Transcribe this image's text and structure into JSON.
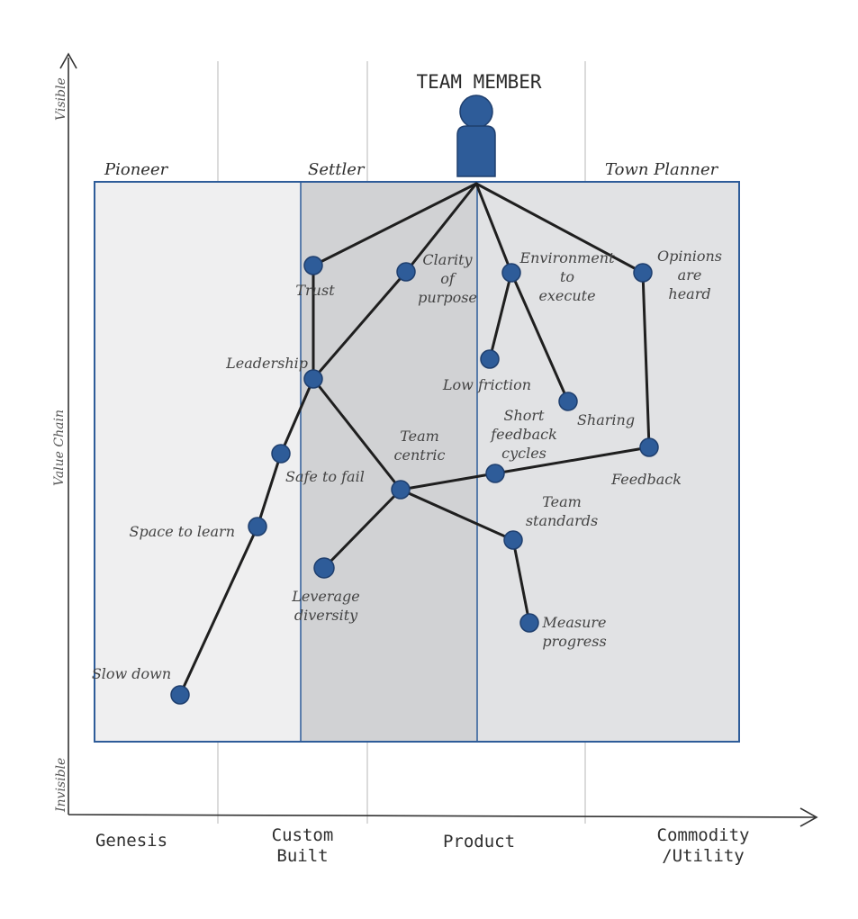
{
  "title": "TEAM MEMBER",
  "y_axis": {
    "top": "Visible",
    "middle": "Value Chain",
    "bottom": "Invisible"
  },
  "x_axis": {
    "stages": [
      "Genesis",
      "Custom\nBuilt",
      "Product",
      "Commodity\n/Utility"
    ]
  },
  "phases": [
    "Pioneer",
    "Settler",
    "Town Planner"
  ],
  "nodes": [
    {
      "id": "trust",
      "label": "Trust"
    },
    {
      "id": "clarity",
      "label": "Clarity\nof\npurpose"
    },
    {
      "id": "environment",
      "label": "Environment\nto\nexecute"
    },
    {
      "id": "opinions",
      "label": "Opinions\nare\nheard"
    },
    {
      "id": "leadership",
      "label": "Leadership"
    },
    {
      "id": "low_friction",
      "label": "Low friction"
    },
    {
      "id": "sharing",
      "label": "Sharing"
    },
    {
      "id": "short_feedback",
      "label": "Short\nfeedback\ncycles"
    },
    {
      "id": "feedback",
      "label": "Feedback"
    },
    {
      "id": "safe_to_fail",
      "label": "Safe to fail"
    },
    {
      "id": "team_centric",
      "label": "Team\ncentric"
    },
    {
      "id": "space_to_learn",
      "label": "Space to learn"
    },
    {
      "id": "team_standards",
      "label": "Team\nstandards"
    },
    {
      "id": "leverage_diversity",
      "label": "Leverage\ndiversity"
    },
    {
      "id": "measure_progress",
      "label": "Measure\nprogress"
    },
    {
      "id": "slow_down",
      "label": "Slow down"
    }
  ],
  "edges": [
    [
      "team_member",
      "trust"
    ],
    [
      "team_member",
      "clarity"
    ],
    [
      "team_member",
      "environment"
    ],
    [
      "team_member",
      "opinions"
    ],
    [
      "trust",
      "leadership"
    ],
    [
      "clarity",
      "leadership"
    ],
    [
      "environment",
      "low_friction"
    ],
    [
      "environment",
      "sharing"
    ],
    [
      "opinions",
      "feedback"
    ],
    [
      "leadership",
      "safe_to_fail"
    ],
    [
      "leadership",
      "team_centric"
    ],
    [
      "safe_to_fail",
      "space_to_learn"
    ],
    [
      "space_to_learn",
      "slow_down"
    ],
    [
      "team_centric",
      "short_feedback"
    ],
    [
      "short_feedback",
      "feedback"
    ],
    [
      "team_centric",
      "leverage_diversity"
    ],
    [
      "team_centric",
      "team_standards"
    ],
    [
      "team_standards",
      "measure_progress"
    ]
  ],
  "colors": {
    "node": "#2e5c99",
    "pioneer_band": "#efeff0",
    "settler_band": "#d1d2d4",
    "town_planner_band": "#e1e2e4",
    "frame": "#2e5c99"
  }
}
